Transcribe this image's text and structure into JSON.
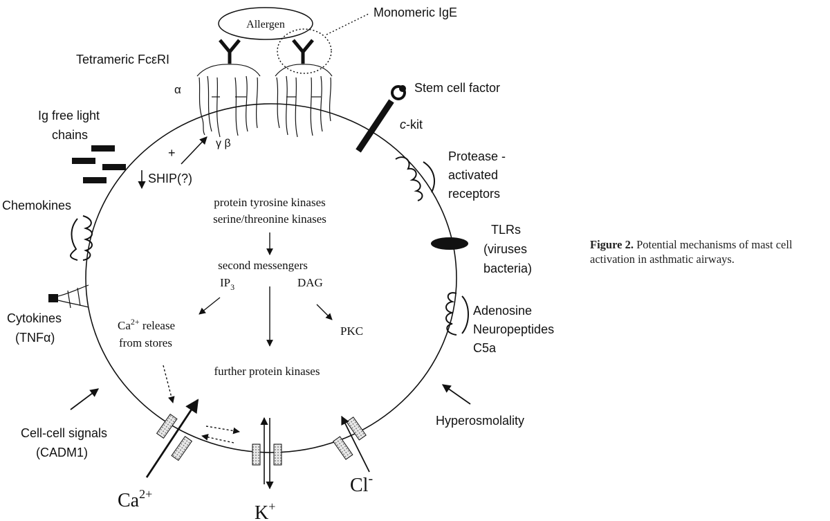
{
  "labels": {
    "allergen": "Allergen",
    "monomeric_ige": "Monomeric IgE",
    "tetrameric_fceri": "Tetrameric FcεRI",
    "alpha": "α",
    "gamma_beta": "γ β",
    "plus": "+",
    "ship": "SHIP(?)",
    "ig_free_light_chains_1": "Ig free light",
    "ig_free_light_chains_2": "chains",
    "chemokines": "Chemokines",
    "cytokines_1": "Cytokines",
    "cytokines_2": "(TNFα)",
    "cell_cell_1": "Cell-cell signals",
    "cell_cell_2": "(CADM1)",
    "stem_cell_factor": "Stem cell factor",
    "ckit_c": "c",
    "ckit_rest": "-kit",
    "protease_1": "Protease -",
    "protease_2": "activated",
    "protease_3": "receptors",
    "tlrs_1": "TLRs",
    "tlrs_2": "(viruses",
    "tlrs_3": "bacteria)",
    "adenosine_1": "Adenosine",
    "adenosine_2": "Neuropeptides",
    "adenosine_3": "C5a",
    "hyperosmolality": "Hyperosmolality",
    "kinases_1": "protein tyrosine kinases",
    "kinases_2": "serine/threonine kinases",
    "second_messengers": "second messengers",
    "ip3": "IP",
    "ip3_sub": "3",
    "dag": "DAG",
    "ca_release_1_pre": "Ca",
    "ca_release_1_sup": "2+",
    "ca_release_1_post": " release",
    "ca_release_2": "from stores",
    "pkc": "PKC",
    "further_kinases": "further protein kinases",
    "ca_ion": "Ca",
    "ca_ion_sup": "2+",
    "k_ion": "K",
    "k_ion_sup": "+",
    "cl_ion": "Cl",
    "cl_ion_sup": "-"
  },
  "caption": {
    "bold": "Figure 2.",
    "text": " Potential mechanisms of mast cell activation in asthmatic airways."
  }
}
